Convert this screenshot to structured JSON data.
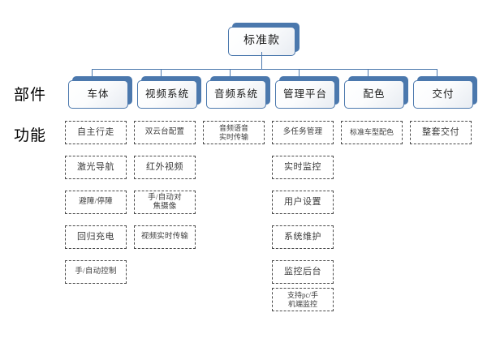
{
  "diagram": {
    "title": "标准款",
    "row_labels": {
      "parts": "部件",
      "functions": "功能"
    },
    "colors": {
      "node_border": "#4b78ad",
      "node_shadow": "#4b78ad",
      "leaf_border": "#4a4a4a",
      "text": "#1a1a1a",
      "background": "#ffffff"
    },
    "root": {
      "label": "标准款"
    },
    "columns": [
      {
        "part": "车体",
        "functions": [
          "自主行走",
          "激光导航",
          "避障/停障",
          "回归充电",
          "手/自动控制"
        ]
      },
      {
        "part": "视频系统",
        "functions": [
          "双云台配置",
          "红外视频",
          "手/自动对\n焦摄像",
          "视频实时传输"
        ]
      },
      {
        "part": "音频系统",
        "functions": [
          "音频语音\n实时传输"
        ]
      },
      {
        "part": "管理平台",
        "functions": [
          "多任务管理",
          "实时监控",
          "用户设置",
          "系统维护",
          "监控后台",
          "支持pc/手\n机端监控"
        ]
      },
      {
        "part": "配色",
        "functions": [
          "标准车型配色"
        ]
      },
      {
        "part": "交付",
        "functions": [
          "整套交付"
        ]
      }
    ]
  }
}
